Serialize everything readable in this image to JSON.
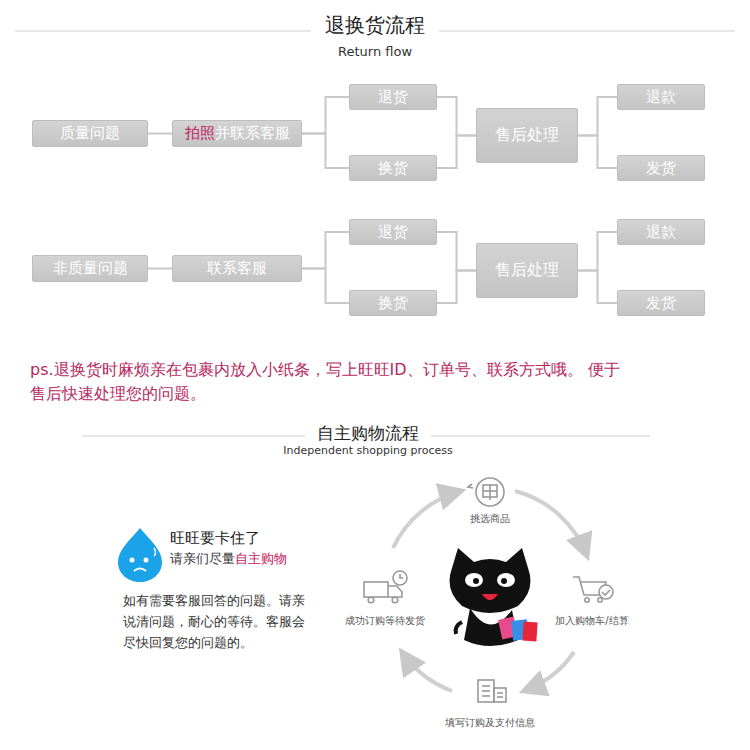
{
  "diagram": {
    "title": "退换货流程",
    "nodes": [
      {
        "text": [
          "质量问题"
        ]
      },
      {
        "text": [
          "拍照",
          "并联系客服"
        ]
      },
      {
        "text": [
          "退货"
        ]
      },
      {
        "text": [
          "换货"
        ]
      },
      {
        "text": [
          "售后处理"
        ]
      },
      {
        "text": [
          "退款"
        ]
      },
      {
        "text": [
          "发货"
        ]
      },
      {
        "text": [
          "非质量问题"
        ]
      },
      {
        "text": [
          "联系客服"
        ]
      },
      {
        "text": [
          "退货"
        ]
      },
      {
        "text": [
          "换货"
        ]
      },
      {
        "text": [
          "售后处理"
        ]
      },
      {
        "text": [
          "退款"
        ]
      },
      {
        "text": [
          "发货"
        ]
      }
    ],
    "edges": [
      {
        "from": 0,
        "to": 1,
        "arrow": "none"
      },
      {
        "from": 1,
        "to": 2,
        "arrow": "none"
      },
      {
        "from": 1,
        "to": 3,
        "arrow": "none"
      },
      {
        "from": 2,
        "to": 4,
        "arrow": "none"
      },
      {
        "from": 3,
        "to": 4,
        "arrow": "none"
      },
      {
        "from": 4,
        "to": 5,
        "arrow": "none"
      },
      {
        "from": 4,
        "to": 6,
        "arrow": "none"
      },
      {
        "from": 7,
        "to": 8,
        "arrow": "none"
      },
      {
        "from": 8,
        "to": 9,
        "arrow": "none"
      },
      {
        "from": 8,
        "to": 10,
        "arrow": "none"
      },
      {
        "from": 9,
        "to": 11,
        "arrow": "none"
      },
      {
        "from": 10,
        "to": 11,
        "arrow": "none"
      },
      {
        "from": 11,
        "to": 12,
        "arrow": "none"
      },
      {
        "from": 11,
        "to": 13,
        "arrow": "none"
      }
    ],
    "labels": [
      "Return flow",
      "ps.退换货时麻烦亲在包裹内放入小纸条，写上旺旺ID、订单号、联系方式哦。 便于售后快速处理您的问题。",
      "自主购物流程",
      "Independent shopping process",
      "旺旺要卡住了",
      "请亲们尽量",
      "自主购物",
      "如有需要客服回答的问题。请亲说清问题，耐心的等待。客服会尽快回复您的问题的。",
      "挑选商品",
      "加入购物车/结算",
      "填写订购及支付信息",
      "成功订购等待发货"
    ]
  }
}
